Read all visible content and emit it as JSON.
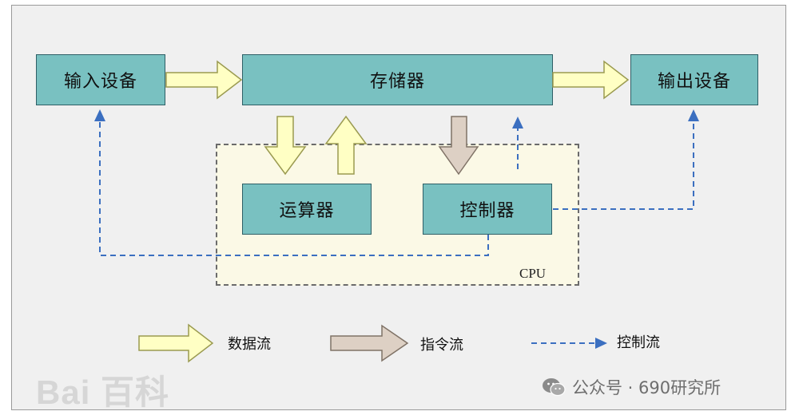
{
  "diagram": {
    "nodes": {
      "input": "输入设备",
      "memory": "存储器",
      "output": "输出设备",
      "alu": "运算器",
      "controller": "控制器"
    },
    "cpu_label": "CPU",
    "legend": {
      "data_flow": "数据流",
      "instruction_flow": "指令流",
      "control_flow": "控制流"
    },
    "colors": {
      "node_fill": "#79c1c1",
      "data_arrow": "#ffffc4",
      "instruction_arrow": "#ddd0c4",
      "control_line": "#3b6fc0",
      "cpu_fill": "#fbf9e6"
    }
  },
  "watermarks": {
    "baidu": "Bai 百科",
    "wechat": "公众号 · 690研究所"
  }
}
